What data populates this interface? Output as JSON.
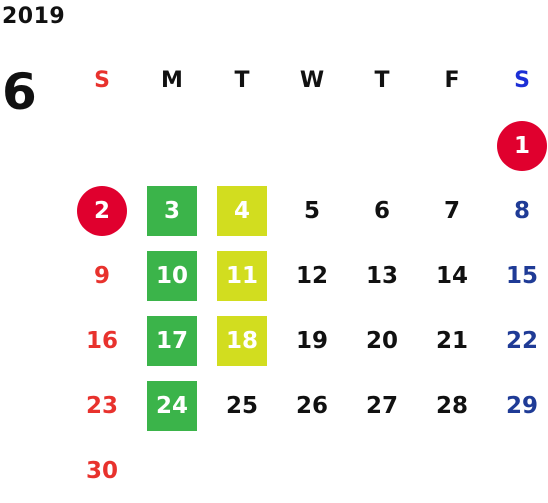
{
  "calendar": {
    "year": "2019",
    "month": "6",
    "weekdays": [
      "S",
      "M",
      "T",
      "W",
      "T",
      "F",
      "S"
    ],
    "weekday_colors": [
      "#e8322d",
      "#111111",
      "#111111",
      "#111111",
      "#111111",
      "#111111",
      "#1c2fd6"
    ],
    "colors": {
      "sunday": "#e8322d",
      "saturday": "#1f3b96",
      "weekday": "#111111",
      "holiday_circle": "#e0002e",
      "green_box": "#3bb44a",
      "yellow_box": "#d2dd1f",
      "highlight_text": "#ffffff"
    },
    "weeks": [
      [
        null,
        null,
        null,
        null,
        null,
        null,
        {
          "d": "1",
          "style": "circle"
        }
      ],
      [
        {
          "d": "2",
          "style": "circle"
        },
        {
          "d": "3",
          "style": "green"
        },
        {
          "d": "4",
          "style": "yellow"
        },
        {
          "d": "5"
        },
        {
          "d": "6"
        },
        {
          "d": "7"
        },
        {
          "d": "8"
        }
      ],
      [
        {
          "d": "9"
        },
        {
          "d": "10",
          "style": "green"
        },
        {
          "d": "11",
          "style": "yellow"
        },
        {
          "d": "12"
        },
        {
          "d": "13"
        },
        {
          "d": "14"
        },
        {
          "d": "15"
        }
      ],
      [
        {
          "d": "16"
        },
        {
          "d": "17",
          "style": "green"
        },
        {
          "d": "18",
          "style": "yellow"
        },
        {
          "d": "19"
        },
        {
          "d": "20"
        },
        {
          "d": "21"
        },
        {
          "d": "22"
        }
      ],
      [
        {
          "d": "23"
        },
        {
          "d": "24",
          "style": "green"
        },
        {
          "d": "25"
        },
        {
          "d": "26"
        },
        {
          "d": "27"
        },
        {
          "d": "28"
        },
        {
          "d": "29"
        }
      ],
      [
        {
          "d": "30"
        },
        null,
        null,
        null,
        null,
        null,
        null
      ]
    ]
  }
}
